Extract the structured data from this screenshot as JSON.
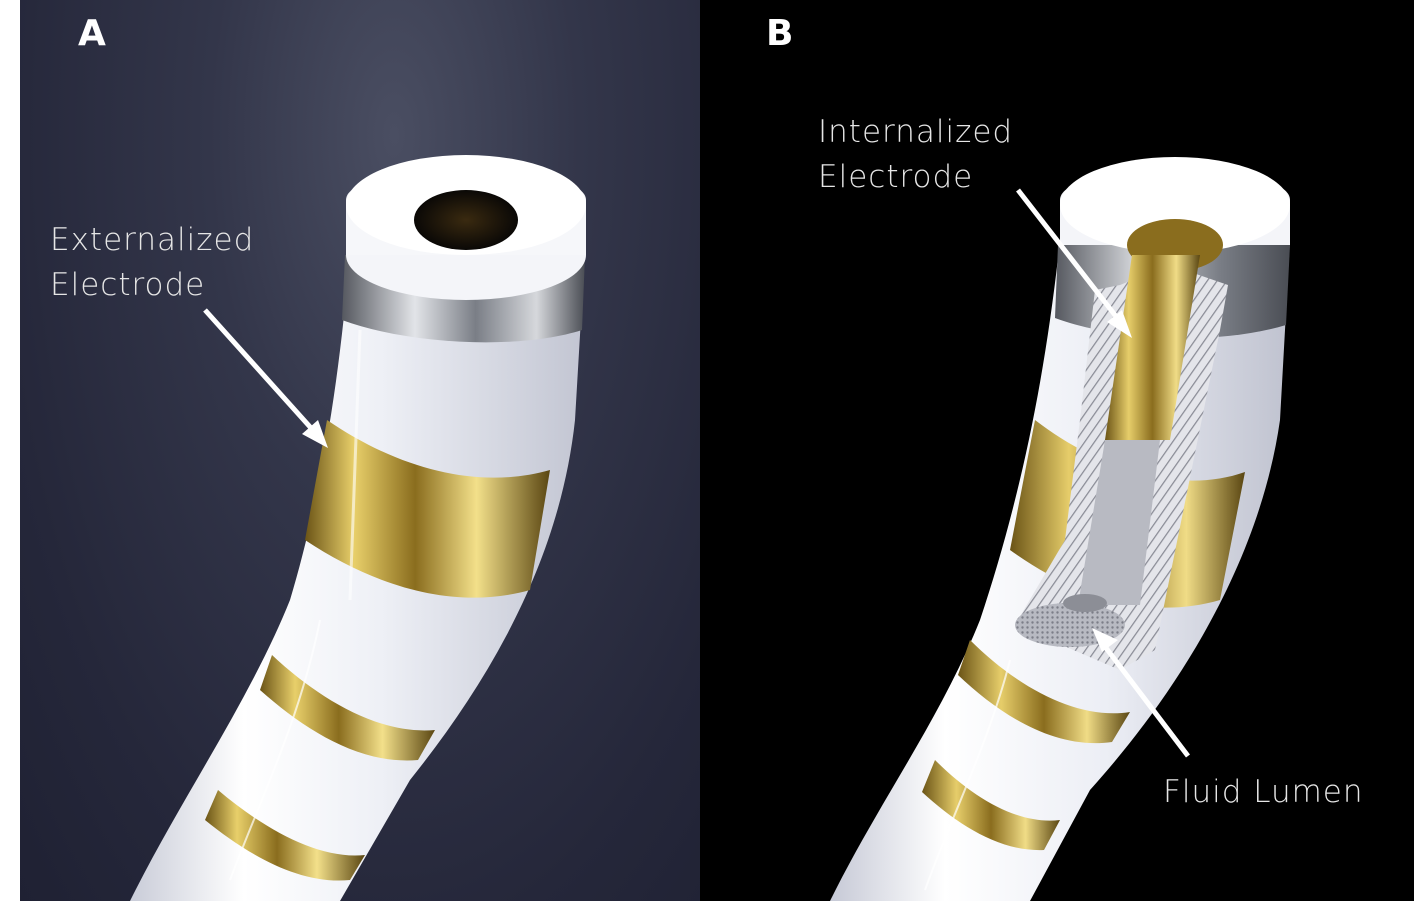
{
  "figure": {
    "panels": [
      {
        "letter": "A",
        "label_lines": [
          "Externalized",
          "Electrode"
        ],
        "background": "#2a2c3f"
      },
      {
        "letter": "B",
        "label_lines": [
          "Internalized",
          "Electrode"
        ],
        "secondary_label": "Fluid Lumen",
        "background": "#000000"
      }
    ],
    "colors": {
      "catheter_body": "#eef0f6",
      "gold_band": "#c9a43a",
      "silver_band": "#9a9ea6",
      "arrow": "#ffffff",
      "hatch": "#8a8c96"
    }
  }
}
